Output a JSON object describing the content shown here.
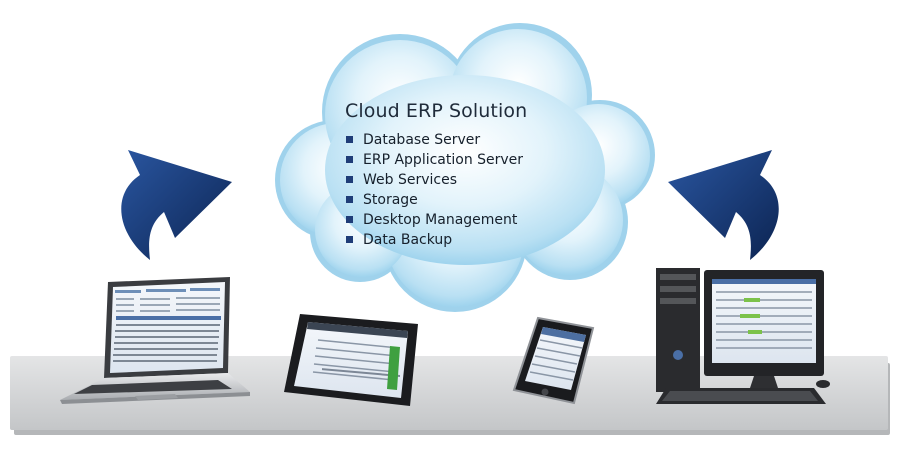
{
  "cloud": {
    "title": "Cloud ERP Solution",
    "items": [
      "Database Server",
      "ERP Application Server",
      "Web Services",
      "Storage",
      "Desktop Management",
      "Data Backup"
    ]
  },
  "icons": {
    "left_arrow": "curved-arrow-up-right",
    "right_arrow": "curved-arrow-up-left",
    "devices": [
      "laptop",
      "tablet",
      "smartphone",
      "desktop-computer"
    ]
  },
  "colors": {
    "cloud_light": "#eef8fd",
    "cloud_mid": "#bfe4f5",
    "cloud_dark": "#7fc3e6",
    "arrow": "#12336b",
    "platform": "#cfd1d3",
    "bullet": "#1f3d78"
  }
}
